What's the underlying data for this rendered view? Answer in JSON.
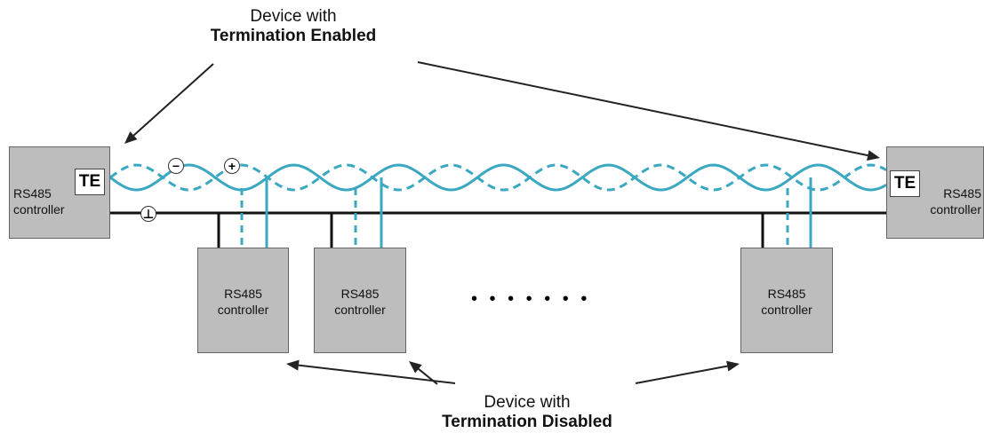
{
  "labels": {
    "top_line1": "Device with",
    "top_line2": "Termination Enabled",
    "bottom_line1": "Device with",
    "bottom_line2": "Termination Disabled"
  },
  "controllers": {
    "left": {
      "line1": "RS485",
      "line2": "controller",
      "te": "TE"
    },
    "right": {
      "line1": "RS485",
      "line2": "controller",
      "te": "TE"
    },
    "node1": {
      "line1": "RS485",
      "line2": "controller"
    },
    "node2": {
      "line1": "RS485",
      "line2": "controller"
    },
    "node3": {
      "line1": "RS485",
      "line2": "controller"
    }
  },
  "symbols": {
    "minus": "−",
    "plus": "+",
    "ground": "⊥"
  },
  "ellipsis": "• • • • • • •",
  "colors": {
    "cable": "#3aa8c1",
    "box": "#bdbdbd",
    "bus_line": "#111111"
  }
}
